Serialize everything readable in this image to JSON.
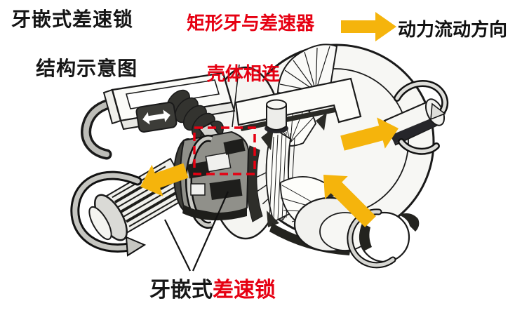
{
  "colors": {
    "background": "#ffffff",
    "ink": "#1a1a1a",
    "accent_red": "#e60012",
    "arrow_yellow": "#f5b40c"
  },
  "header": {
    "title_line1": "牙嵌式差速锁",
    "title_line2": "结构示意图"
  },
  "callouts": {
    "housing_note_line1": "矩形牙与差速器",
    "housing_note_line2": "壳体相连",
    "bottom_label_black": "牙嵌式",
    "bottom_label_red": "差速锁"
  },
  "legend": {
    "power_flow_label": "动力流动方向",
    "arrow_icon": "yellow-right-arrow"
  }
}
